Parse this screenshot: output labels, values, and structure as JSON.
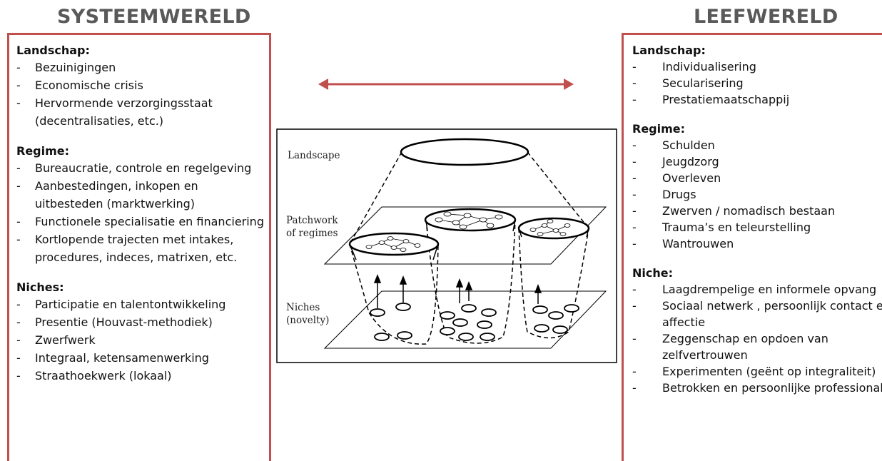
{
  "headings": {
    "left": "SYSTEEMWERELD",
    "right": "LEEFWERELD"
  },
  "left_panel": {
    "landschap": {
      "title": "Landschap:",
      "items": [
        "Bezuinigingen",
        "Economische crisis",
        "Hervormende verzorgingsstaat (decentralisaties, etc.)"
      ]
    },
    "regime": {
      "title": "Regime:",
      "items": [
        "Bureaucratie, controle en regelgeving",
        "Aanbestedingen, inkopen en uitbesteden (marktwerking)",
        "Functionele specialisatie en financiering",
        "Kortlopende trajecten met intakes, procedures, indeces, matrixen, etc."
      ]
    },
    "niches": {
      "title": "Niches:",
      "items": [
        "Participatie en talentontwikkeling",
        "Presentie (Houvast-methodiek)",
        "Zwerfwerk",
        "Integraal, ketensamenwerking",
        "Straathoekwerk (lokaal)"
      ]
    }
  },
  "right_panel": {
    "landschap": {
      "title": "Landschap:",
      "items": [
        "Individualisering",
        "Secularisering",
        "Prestatiemaatschappij"
      ]
    },
    "regime": {
      "title": "Regime:",
      "items": [
        "Schulden",
        "Jeugdzorg",
        "Overleven",
        "Drugs",
        "Zwerven / nomadisch bestaan",
        "Trauma’s en teleurstelling",
        "Wantrouwen"
      ]
    },
    "niche": {
      "title": "Niche:",
      "items": [
        "Laagdrempelige  en informele opvang",
        "Sociaal netwerk , persoonlijk contact en affectie",
        "Zeggenschap en  opdoen van zelfvertrouwen",
        "Experimenten (geënt op integraliteit)",
        "Betrokken  en persoonlijke professionals"
      ]
    }
  },
  "diagram": {
    "landscape_label": "Landscape",
    "patchwork_label": [
      "Patchwork",
      "of regimes"
    ],
    "niches_label": [
      "Niches",
      "(novelty)"
    ]
  },
  "colors": {
    "accent": "#c0504d",
    "heading": "#595959"
  }
}
